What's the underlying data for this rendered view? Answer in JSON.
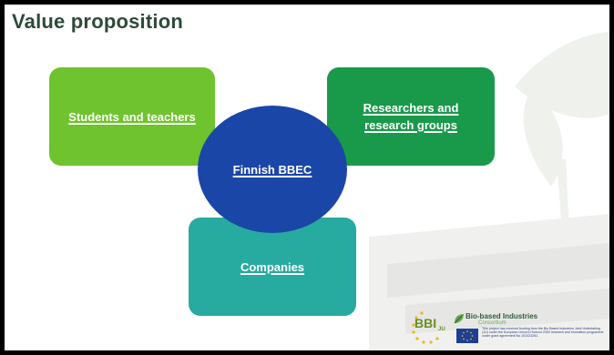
{
  "slide": {
    "title": "Value proposition"
  },
  "diagram": {
    "center": {
      "label": "Finnish BBEC",
      "color": "#1a46a8"
    },
    "nodes": [
      {
        "id": "students",
        "label": "Students and teachers",
        "color": "#6fc32e"
      },
      {
        "id": "researchers",
        "label": "Researchers and research groups",
        "color": "#199a4a"
      },
      {
        "id": "companies",
        "label": "Companies",
        "color": "#27aaa0"
      }
    ]
  },
  "footer": {
    "bbi_logo_text": "BBI",
    "bbi_logo_sub": "JU",
    "consortium_name": "Bio-based Industries",
    "consortium_sub": "Consortium",
    "funding_text": "This project has received funding from the Bio Based Industries Joint Undertaking (JU) under the European Union's Horizon 2020 research and innovation programme under grant agreement No 101023281."
  }
}
